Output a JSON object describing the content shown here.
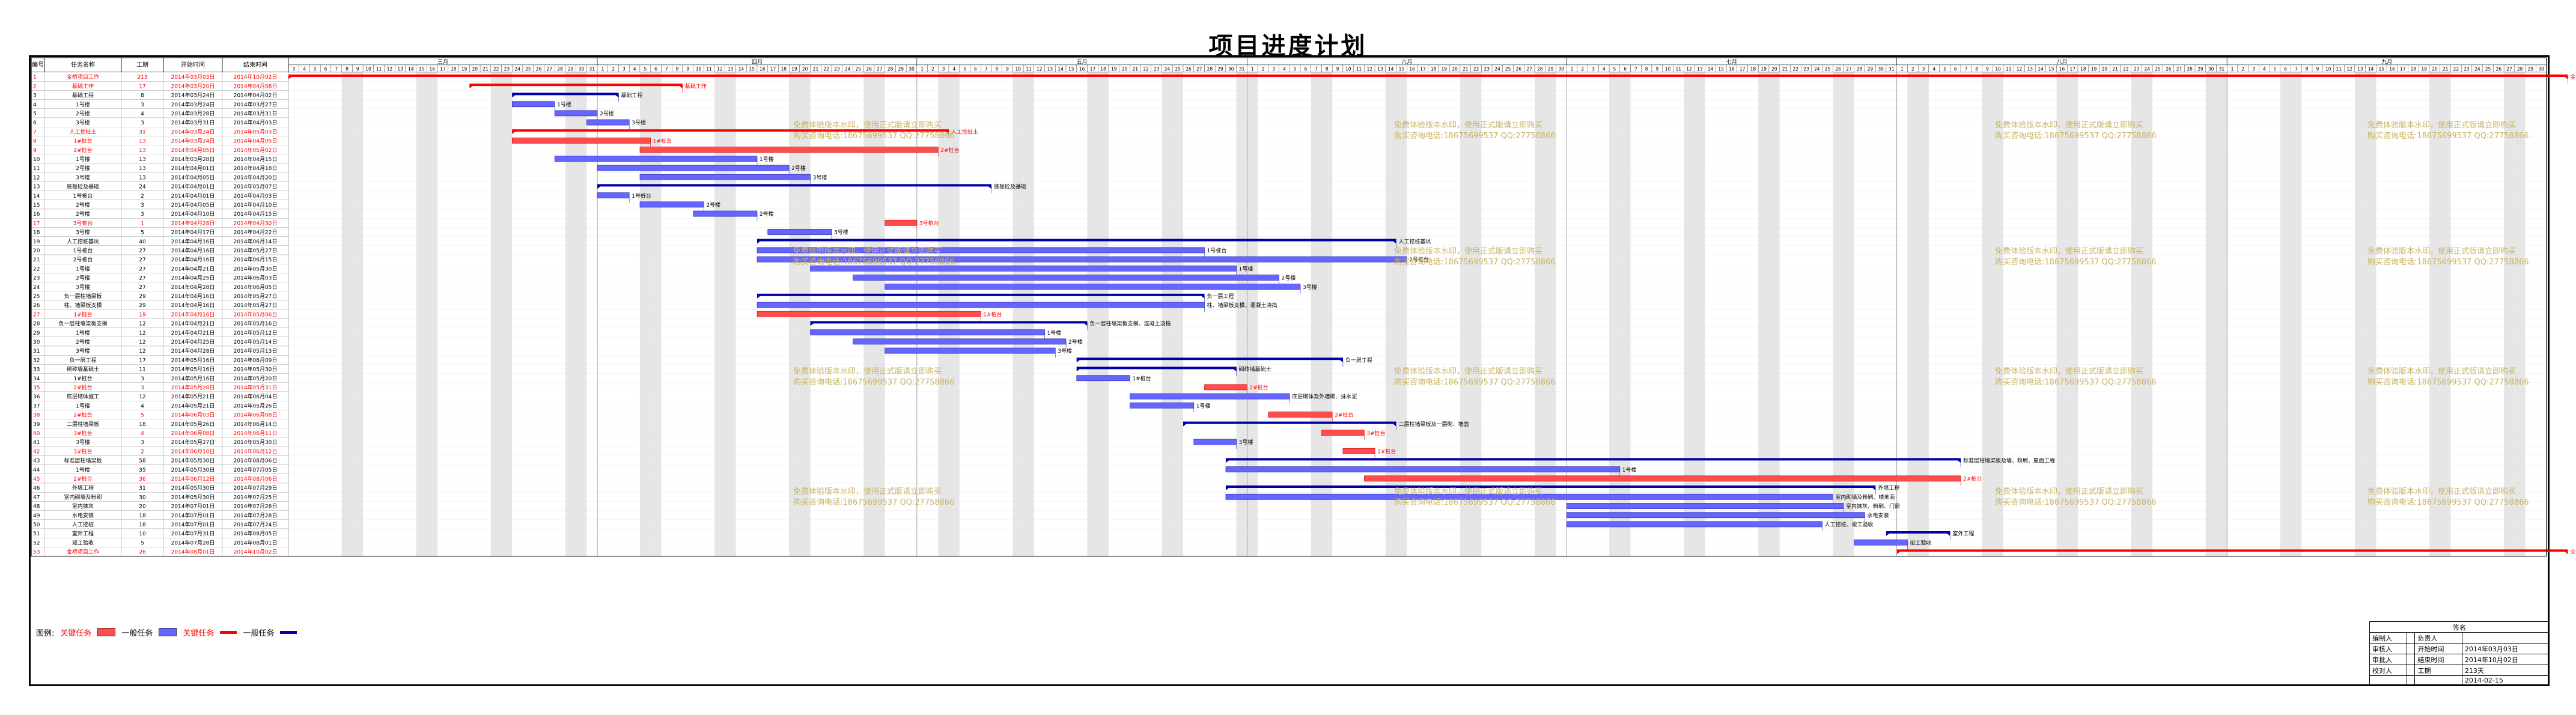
{
  "title": "项目进度计划",
  "headers": {
    "num": "编号",
    "name": "任务名称",
    "dur": "工期",
    "start": "开始时间",
    "end": "结束时间"
  },
  "months": [
    "三月",
    "四月",
    "五月",
    "六月",
    "七月",
    "八月",
    "九月"
  ],
  "month_days": [
    31,
    30,
    31,
    30,
    31,
    31,
    30
  ],
  "timeline_start_day": 3,
  "tasks": [
    {
      "n": "1",
      "name": "金桥项目工作",
      "dur": "213",
      "start": "2014年03月03日",
      "end": "2014年10月02日",
      "kind": "red"
    },
    {
      "n": "2",
      "name": "基础工作",
      "dur": "17",
      "start": "2014年03月20日",
      "end": "2014年04月08日",
      "kind": "red"
    },
    {
      "n": "3",
      "name": "基础工程",
      "dur": "8",
      "start": "2014年03月24日",
      "end": "2014年04月02日",
      "kind": "blue"
    },
    {
      "n": "4",
      "name": "1号楼",
      "dur": "3",
      "start": "2014年03月24日",
      "end": "2014年03月27日",
      "kind": "blue"
    },
    {
      "n": "5",
      "name": "2号楼",
      "dur": "4",
      "start": "2014年03月28日",
      "end": "2014年03月31日",
      "kind": "blue"
    },
    {
      "n": "6",
      "name": "3号楼",
      "dur": "3",
      "start": "2014年03月31日",
      "end": "2014年04月03日",
      "kind": "blue"
    },
    {
      "n": "7",
      "name": "人工挖桩土",
      "dur": "31",
      "start": "2014年03月24日",
      "end": "2014年05月03日",
      "kind": "red"
    },
    {
      "n": "8",
      "name": "1#桩台",
      "dur": "13",
      "start": "2014年03月24日",
      "end": "2014年04月05日",
      "kind": "red"
    },
    {
      "n": "9",
      "name": "2#桩台",
      "dur": "13",
      "start": "2014年04月05日",
      "end": "2014年05月02日",
      "kind": "red"
    },
    {
      "n": "10",
      "name": "1号楼",
      "dur": "13",
      "start": "2014年03月28日",
      "end": "2014年04月15日",
      "kind": "blue"
    },
    {
      "n": "11",
      "name": "2号楼",
      "dur": "13",
      "start": "2014年04月01日",
      "end": "2014年04月18日",
      "kind": "blue"
    },
    {
      "n": "12",
      "name": "3号楼",
      "dur": "13",
      "start": "2014年04月05日",
      "end": "2014年04月20日",
      "kind": "blue"
    },
    {
      "n": "13",
      "name": "底板砼及基础",
      "dur": "24",
      "start": "2014年04月01日",
      "end": "2014年05月07日",
      "kind": "blue"
    },
    {
      "n": "14",
      "name": "1号桩台",
      "dur": "2",
      "start": "2014年04月01日",
      "end": "2014年04月03日",
      "kind": "blue"
    },
    {
      "n": "15",
      "name": "2号楼",
      "dur": "3",
      "start": "2014年04月05日",
      "end": "2014年04月10日",
      "kind": "blue"
    },
    {
      "n": "16",
      "name": "2号楼",
      "dur": "3",
      "start": "2014年04月10日",
      "end": "2014年04月15日",
      "kind": "blue"
    },
    {
      "n": "17",
      "name": "3号桩台",
      "dur": "1",
      "start": "2014年04月28日",
      "end": "2014年04月30日",
      "kind": "red"
    },
    {
      "n": "18",
      "name": "3号楼",
      "dur": "5",
      "start": "2014年04月17日",
      "end": "2014年04月22日",
      "kind": "blue"
    },
    {
      "n": "19",
      "name": "人工挖桩基坑",
      "dur": "40",
      "start": "2014年04月16日",
      "end": "2014年06月14日",
      "kind": "blue"
    },
    {
      "n": "20",
      "name": "1号桩台",
      "dur": "27",
      "start": "2014年04月16日",
      "end": "2014年05月27日",
      "kind": "blue"
    },
    {
      "n": "21",
      "name": "2号桩台",
      "dur": "27",
      "start": "2014年04月16日",
      "end": "2014年06月15日",
      "kind": "blue"
    },
    {
      "n": "22",
      "name": "1号楼",
      "dur": "27",
      "start": "2014年04月21日",
      "end": "2014年05月30日",
      "kind": "blue"
    },
    {
      "n": "23",
      "name": "2号楼",
      "dur": "27",
      "start": "2014年04月25日",
      "end": "2014年06月03日",
      "kind": "blue"
    },
    {
      "n": "24",
      "name": "3号楼",
      "dur": "27",
      "start": "2014年04月28日",
      "end": "2014年06月05日",
      "kind": "blue"
    },
    {
      "n": "25",
      "name": "负一层柱墙梁板",
      "dur": "29",
      "start": "2014年04月16日",
      "end": "2014年05月27日",
      "kind": "blue"
    },
    {
      "n": "26",
      "name": "柱、墙梁板支模",
      "dur": "29",
      "start": "2014年04月16日",
      "end": "2014年05月27日",
      "kind": "blue"
    },
    {
      "n": "27",
      "name": "1#桩台",
      "dur": "19",
      "start": "2014年04月16日",
      "end": "2014年05月06日",
      "kind": "red"
    },
    {
      "n": "28",
      "name": "负一层柱墙梁板支模",
      "dur": "12",
      "start": "2014年04月21日",
      "end": "2014年05月16日",
      "kind": "blue"
    },
    {
      "n": "29",
      "name": "1号楼",
      "dur": "12",
      "start": "2014年04月21日",
      "end": "2014年05月12日",
      "kind": "blue"
    },
    {
      "n": "30",
      "name": "2号楼",
      "dur": "12",
      "start": "2014年04月25日",
      "end": "2014年05月14日",
      "kind": "blue"
    },
    {
      "n": "31",
      "name": "3号楼",
      "dur": "12",
      "start": "2014年04月28日",
      "end": "2014年05月13日",
      "kind": "blue"
    },
    {
      "n": "32",
      "name": "负一层工程",
      "dur": "17",
      "start": "2014年05月16日",
      "end": "2014年06月09日",
      "kind": "blue"
    },
    {
      "n": "33",
      "name": "砌砖墙基础土",
      "dur": "11",
      "start": "2014年05月16日",
      "end": "2014年05月30日",
      "kind": "blue"
    },
    {
      "n": "34",
      "name": "1#桩台",
      "dur": "3",
      "start": "2014年05月16日",
      "end": "2014年05月20日",
      "kind": "blue"
    },
    {
      "n": "35",
      "name": "2#桩台",
      "dur": "3",
      "start": "2014年05月28日",
      "end": "2014年05月31日",
      "kind": "red"
    },
    {
      "n": "36",
      "name": "底层砌体施工",
      "dur": "12",
      "start": "2014年05月21日",
      "end": "2014年06月04日",
      "kind": "blue"
    },
    {
      "n": "37",
      "name": "1号楼",
      "dur": "4",
      "start": "2014年05月21日",
      "end": "2014年05月26日",
      "kind": "blue"
    },
    {
      "n": "38",
      "name": "2#桩台",
      "dur": "5",
      "start": "2014年06月03日",
      "end": "2014年06月08日",
      "kind": "red"
    },
    {
      "n": "39",
      "name": "二层柱墙梁板",
      "dur": "18",
      "start": "2014年05月26日",
      "end": "2014年06月14日",
      "kind": "blue"
    },
    {
      "n": "40",
      "name": "3#桩台",
      "dur": "4",
      "start": "2014年06月08日",
      "end": "2014年06月11日",
      "kind": "red"
    },
    {
      "n": "41",
      "name": "3号楼",
      "dur": "3",
      "start": "2014年05月27日",
      "end": "2014年05月30日",
      "kind": "blue"
    },
    {
      "n": "42",
      "name": "3#桩台",
      "dur": "2",
      "start": "2014年06月10日",
      "end": "2014年06月12日",
      "kind": "red"
    },
    {
      "n": "43",
      "name": "标准层柱墙梁板",
      "dur": "58",
      "start": "2014年05月30日",
      "end": "2014年08月06日",
      "kind": "blue"
    },
    {
      "n": "44",
      "name": "1号楼",
      "dur": "35",
      "start": "2014年05月30日",
      "end": "2014年07月05日",
      "kind": "blue"
    },
    {
      "n": "45",
      "name": "2#桩台",
      "dur": "36",
      "start": "2014年06月12日",
      "end": "2014年08月06日",
      "kind": "red"
    },
    {
      "n": "46",
      "name": "外墙工程",
      "dur": "31",
      "start": "2014年05月30日",
      "end": "2014年07月29日",
      "kind": "blue"
    },
    {
      "n": "47",
      "name": "室内砌墙及粉刷",
      "dur": "30",
      "start": "2014年05月30日",
      "end": "2014年07月25日",
      "kind": "blue"
    },
    {
      "n": "48",
      "name": "室内抹灰",
      "dur": "20",
      "start": "2014年07月01日",
      "end": "2014年07月26日",
      "kind": "blue"
    },
    {
      "n": "49",
      "name": "水电安装",
      "dur": "18",
      "start": "2014年07月01日",
      "end": "2014年07月28日",
      "kind": "blue"
    },
    {
      "n": "50",
      "name": "人工挖桩",
      "dur": "18",
      "start": "2014年07月01日",
      "end": "2014年07月24日",
      "kind": "blue"
    },
    {
      "n": "51",
      "name": "室外工程",
      "dur": "10",
      "start": "2014年07月31日",
      "end": "2014年08月05日",
      "kind": "blue"
    },
    {
      "n": "52",
      "name": "竣工验收",
      "dur": "5",
      "start": "2014年07月28日",
      "end": "2014年08月01日",
      "kind": "blue"
    },
    {
      "n": "53",
      "name": "金桥项目工作",
      "dur": "26",
      "start": "2014年08月01日",
      "end": "2014年10月02日",
      "kind": "red"
    }
  ],
  "bar_labels": {
    "1": "金桥项目工作",
    "2": "基础工作",
    "3": "基础工程",
    "4": "1号楼",
    "5": "2号楼",
    "6": "3号楼",
    "7": "人工挖桩土",
    "8": "1#桩台",
    "9": "2#桩台",
    "10": "1号楼",
    "11": "2号楼",
    "12": "3号楼",
    "13": "底板砼及基础",
    "14": "1号桩台",
    "15": "2号楼",
    "16": "2号楼",
    "17": "3号桩台",
    "18": "3号楼",
    "19": "人工挖桩基坑",
    "20": "1号桩台",
    "21": "2号桩台",
    "22": "1号楼",
    "23": "2号楼",
    "24": "3号楼",
    "25": "负一层工程",
    "26": "柱、墙梁板支模、混凝土浇捣",
    "27": "1#桩台",
    "28": "负一层柱墙梁板支模、混凝土浇捣",
    "29": "1号楼",
    "30": "2号楼",
    "31": "3号楼",
    "32": "负一层工程",
    "33": "砌砖墙基础土",
    "34": "1#桩台",
    "35": "2#桩台",
    "36": "底层砌体及外墙砌、抹水泥",
    "37": "1号楼",
    "38": "2#桩台",
    "39": "二层柱墙梁板及一层砌、墙面",
    "40": "3#桩台",
    "41": "3号楼",
    "42": "3#桩台",
    "43": "标准层柱墙梁板及墙、粉刷、屋面工程",
    "44": "1号楼",
    "45": "2#桩台",
    "46": "外墙工程",
    "47": "室内砌墙及粉刷、楼地面",
    "48": "室内抹灰、粉刷、门窗",
    "49": "水电安装",
    "50": "人工挖桩、竣工验收",
    "51": "室外工程",
    "52": "竣工验收",
    "53": "交付使用"
  },
  "legend": {
    "label": "图例:",
    "items": [
      {
        "label": "关键任务",
        "type": "red-bar"
      },
      {
        "label": "一般任务",
        "type": "blue-bar"
      },
      {
        "label": "关键任务",
        "type": "red-summary"
      },
      {
        "label": "一般任务",
        "type": "blue-summary"
      }
    ]
  },
  "signature": {
    "header": "签名",
    "rows": [
      [
        "编制人",
        "",
        "负责人",
        ""
      ],
      [
        "审核人",
        "",
        "开始时间",
        "2014年03月03日"
      ],
      [
        "审批人",
        "",
        "结束时间",
        "2014年10月02日"
      ],
      [
        "校对人",
        "",
        "工期",
        "213天"
      ],
      [
        "",
        "",
        "",
        "2014-02-15"
      ]
    ]
  },
  "watermark_lines": [
    "免费体验版本水印，使用正式版请立即购买",
    "购买咨询电话:18675699537 QQ:27758866"
  ],
  "colors": {
    "red": "#ff4d4d",
    "blue": "#6666ff",
    "darkblue": "#0000aa",
    "redline": "#ff0000",
    "weekend": "#e6e6e6",
    "grid": "#999999"
  }
}
